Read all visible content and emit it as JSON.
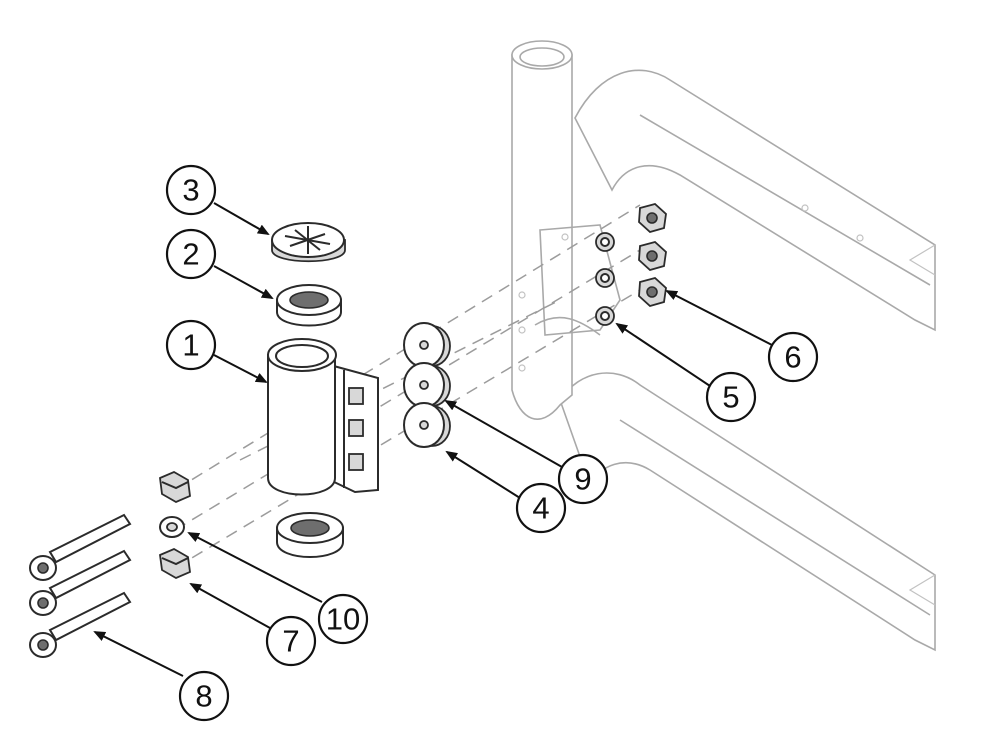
{
  "callouts": [
    {
      "id": "1",
      "label": "1"
    },
    {
      "id": "2",
      "label": "2"
    },
    {
      "id": "3",
      "label": "3"
    },
    {
      "id": "4",
      "label": "4"
    },
    {
      "id": "5",
      "label": "5"
    },
    {
      "id": "6",
      "label": "6"
    },
    {
      "id": "7",
      "label": "7"
    },
    {
      "id": "8",
      "label": "8"
    },
    {
      "id": "9",
      "label": "9"
    },
    {
      "id": "10",
      "label": "10"
    }
  ],
  "colors": {
    "line": "#2b2b2b",
    "frame": "#a9a9a9",
    "background": "#ffffff"
  }
}
